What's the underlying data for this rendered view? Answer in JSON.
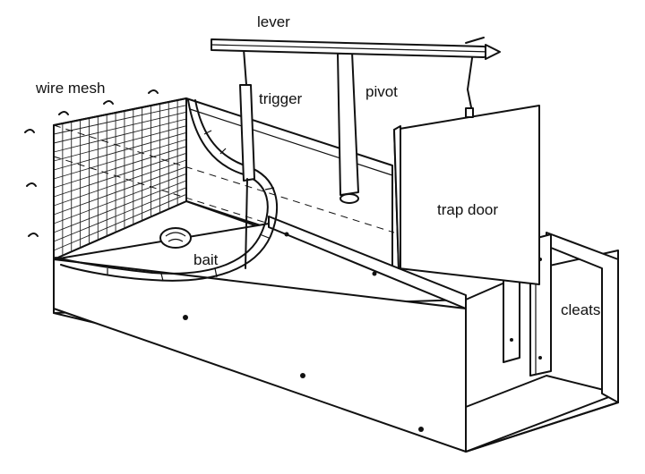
{
  "labels": {
    "lever": "lever",
    "wire_mesh": "wire mesh",
    "trigger": "trigger",
    "pivot": "pivot",
    "trap_door": "trap door",
    "bait": "bait",
    "cleats": "cleats"
  },
  "colors": {
    "ink": "#111111",
    "background": "#ffffff"
  }
}
